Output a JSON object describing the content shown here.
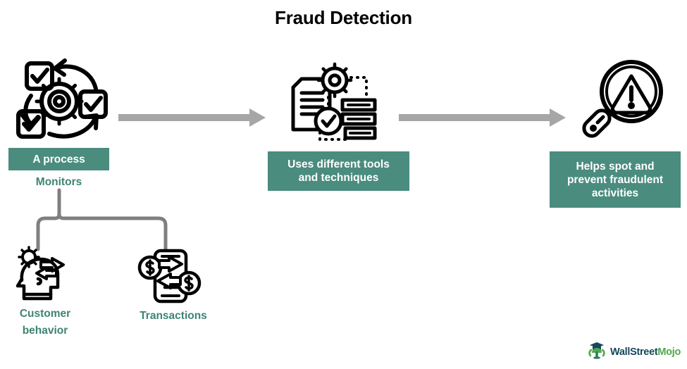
{
  "title": "Fraud Detection",
  "colors": {
    "teal_fill": "#4A8C7E",
    "teal_text": "#3E8473",
    "arrow_gray": "#A6A6A6",
    "bracket_gray": "#7F7F7F",
    "icon_black": "#000000",
    "logo_dark": "#14485C",
    "logo_green": "#4FA84A",
    "background": "#FFFFFF"
  },
  "stages": [
    {
      "id": "stage-1",
      "icon": "process-cycle-gear-checkbox-icon",
      "box_label": "A process",
      "box_style": "teal-filled"
    },
    {
      "id": "stage-2",
      "icon": "document-gear-check-database-icon",
      "box_label": "Uses different tools\nand techniques",
      "box_line_1": "Uses different tools",
      "box_line_2": "and techniques",
      "box_style": "teal-filled"
    },
    {
      "id": "stage-3",
      "icon": "magnifier-warning-triangle-icon",
      "box_label": "Helps spot and prevent fraudulent activities",
      "box_line_1": "Helps spot and",
      "box_line_2": "prevent fraudulent",
      "box_line_3": "activities",
      "box_style": "teal-filled"
    }
  ],
  "connector_label": "Monitors",
  "branches": [
    {
      "id": "branch-customer-behavior",
      "icon": "head-profile-gear-arrows-icon",
      "label_line_1": "Customer",
      "label_line_2": "behavior",
      "label": "Customer behavior"
    },
    {
      "id": "branch-transactions",
      "icon": "money-exchange-dollar-icon",
      "label_line_1": "Transactions",
      "label": "Transactions"
    }
  ],
  "arrows": [
    {
      "id": "arrow-stage1-stage2",
      "direction": "right"
    },
    {
      "id": "arrow-stage2-stage3",
      "direction": "right"
    }
  ],
  "logo": {
    "text_primary": "WallStreet",
    "text_accent": "Mojo",
    "icon": "wallstreetmojo-mascot-icon"
  }
}
